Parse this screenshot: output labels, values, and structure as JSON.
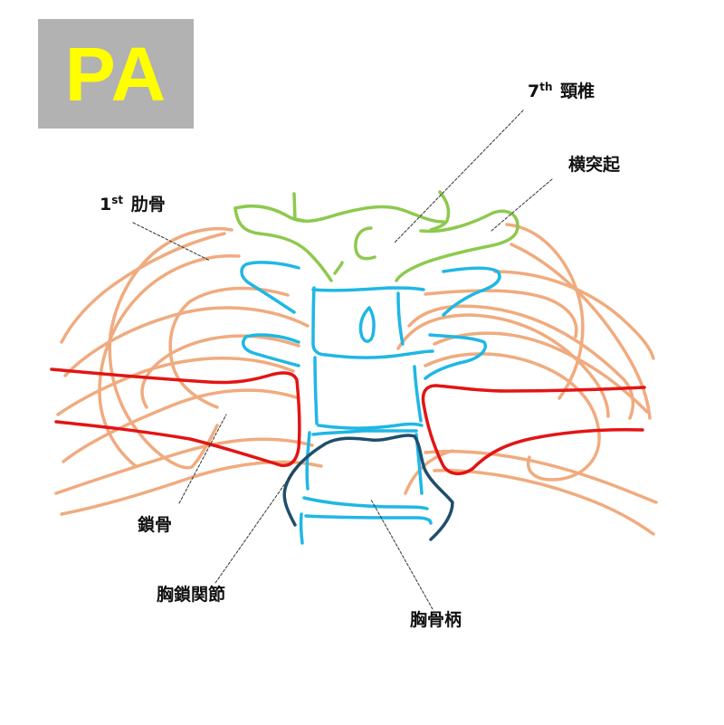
{
  "view_badge": {
    "text": "PA",
    "text_color": "#ffff00",
    "background_color": "#b2b2b2"
  },
  "labels": {
    "cervical_7": {
      "sup_prefix": "7",
      "sup": "th",
      "text": "頸椎"
    },
    "transverse_process": {
      "text": "横突起"
    },
    "first_rib": {
      "sup_prefix": "1",
      "sup": "st",
      "text": "肋骨"
    },
    "clavicle": {
      "text": "鎖骨"
    },
    "sternoclavicular_joint": {
      "text": "胸鎖関節"
    },
    "manubrium": {
      "text": "胸骨柄"
    }
  },
  "colors": {
    "ribs": "#f0ab7e",
    "cervical_vertebra": "#8dc94e",
    "thoracic_vertebrae": "#1fb7e5",
    "clavicles": "#e31414",
    "manubrium": "#1f4e6e",
    "leader_lines": "#333333"
  }
}
